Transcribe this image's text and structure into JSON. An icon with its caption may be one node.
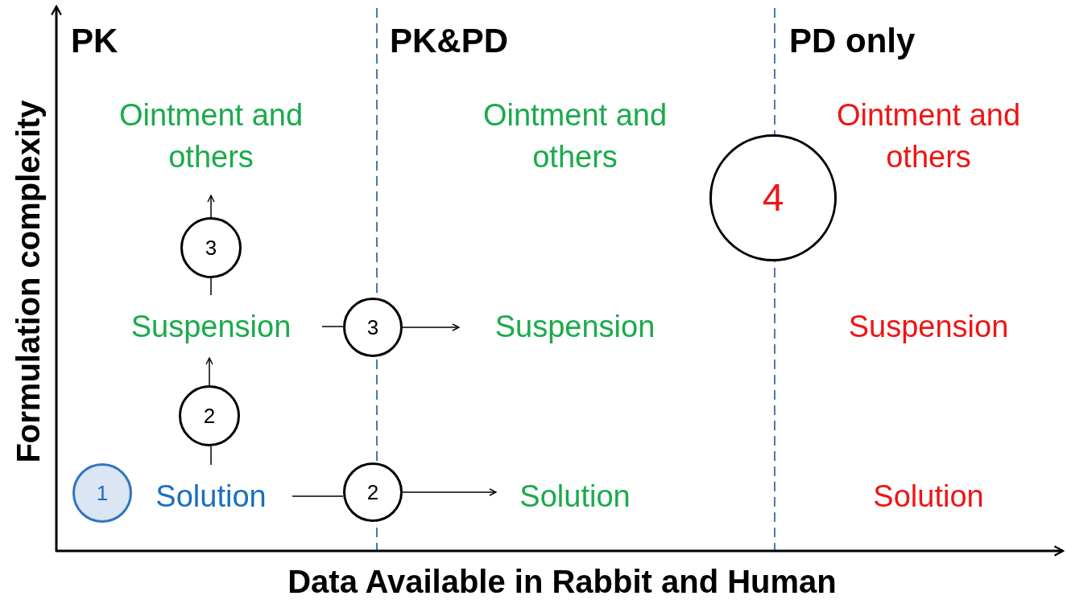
{
  "diagram": {
    "nodes": [
      {
        "text": [
          "Ointment and others"
        ]
      },
      {
        "text": [
          "Ointment and others"
        ]
      },
      {
        "text": [
          "Ointment and others"
        ]
      },
      {
        "text": [
          "4"
        ]
      },
      {
        "text": [
          "3"
        ]
      },
      {
        "text": [
          "Suspension"
        ]
      },
      {
        "text": [
          "3"
        ]
      },
      {
        "text": [
          "Suspension"
        ]
      },
      {
        "text": [
          "Suspension"
        ]
      },
      {
        "text": [
          "2"
        ]
      },
      {
        "text": [
          "1"
        ]
      },
      {
        "text": [
          "Solution"
        ]
      },
      {
        "text": [
          "2"
        ]
      },
      {
        "text": [
          "Solution"
        ]
      },
      {
        "text": [
          "Solution"
        ]
      }
    ],
    "edges": [
      {
        "from": 11,
        "to": 9,
        "arrow": "none"
      },
      {
        "from": 9,
        "to": 5,
        "arrow": "to"
      },
      {
        "from": 5,
        "to": 4,
        "arrow": "none"
      },
      {
        "from": 4,
        "to": 0,
        "arrow": "to"
      },
      {
        "from": 5,
        "to": 6,
        "arrow": "none"
      },
      {
        "from": 6,
        "to": 7,
        "arrow": "to"
      },
      {
        "from": 11,
        "to": 12,
        "arrow": "none"
      },
      {
        "from": 12,
        "to": 13,
        "arrow": "to"
      }
    ],
    "labels": [
      "PK",
      "PK&PD",
      "PD only",
      "Formulation complexity",
      "Data Available in Rabbit and Human"
    ]
  }
}
